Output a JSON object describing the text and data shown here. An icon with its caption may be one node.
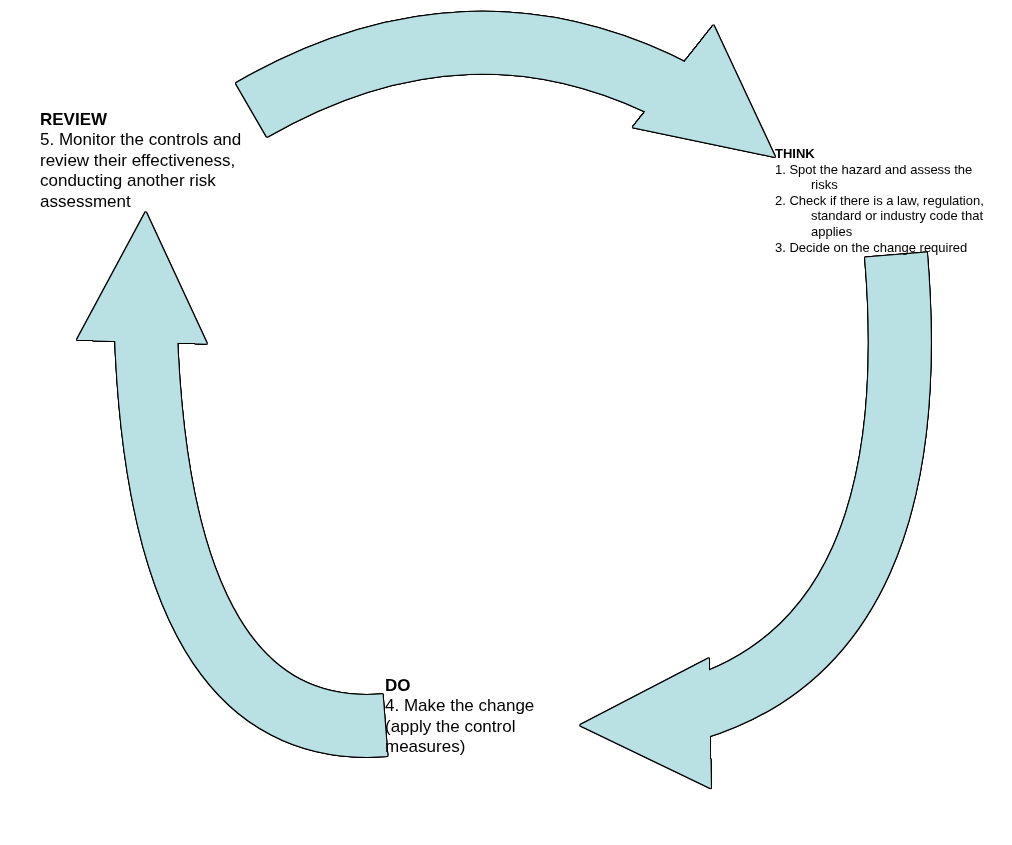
{
  "diagram": {
    "nodes": [
      {
        "text": [
          "REVIEW",
          "5. Monitor the controls and review their effectiveness, conducting another risk assessment"
        ]
      },
      {
        "text": [
          "THINK",
          "1. Spot the hazard and assess the risks",
          "2. Check if there is a law, regulation, standard or industry code that applies",
          "3. Decide on the change required"
        ]
      },
      {
        "text": [
          "DO",
          "4. Make the change (apply the control measures)"
        ]
      }
    ],
    "edges": [
      {
        "from": 0,
        "to": 1,
        "arrow": "to"
      },
      {
        "from": 1,
        "to": 2,
        "arrow": "to"
      },
      {
        "from": 2,
        "to": 0,
        "arrow": "to"
      }
    ]
  }
}
